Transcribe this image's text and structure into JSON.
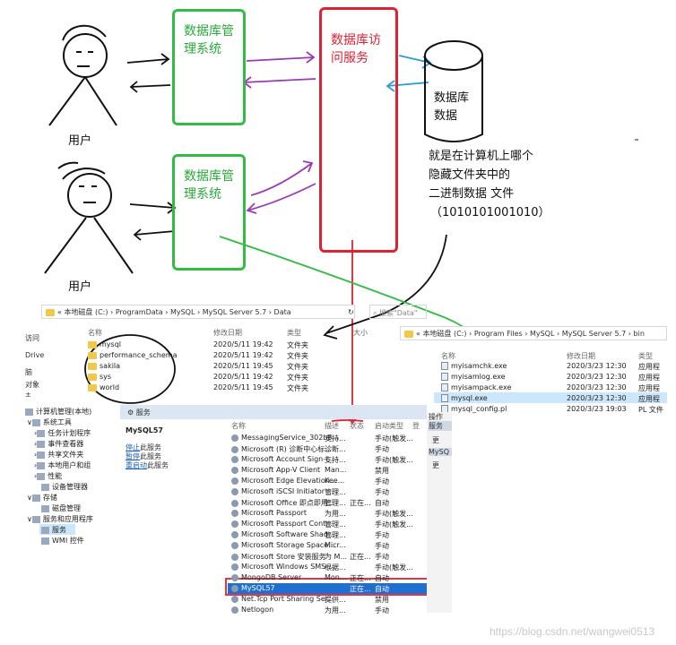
{
  "diagram": {
    "user_label": "用户",
    "dbms_label": "数据库管理系统",
    "access_service_label": "数据库访问服务",
    "database_label": "数据库数据",
    "annotation_lines": [
      "就是在计算机上哪个",
      "隐藏文件夹中的",
      "二进制数据 文件",
      "（1010101001010）"
    ]
  },
  "explorer_left": {
    "breadcrumb": [
      "本地磁盘 (C:)",
      "ProgramData",
      "MySQL",
      "MySQL Server 5.7",
      "Data"
    ],
    "search_placeholder": "搜索\"Data\"",
    "col_name": "名称",
    "col_modified": "修改日期",
    "col_type": "类型",
    "col_size": "大小",
    "nav": [
      "访问",
      "Drive",
      "脑",
      "对象",
      "±"
    ],
    "rows": [
      {
        "name": "mysql",
        "date": "2020/5/11 19:42",
        "type": "文件夹"
      },
      {
        "name": "performance_schema",
        "date": "2020/5/11 19:42",
        "type": "文件夹"
      },
      {
        "name": "sakila",
        "date": "2020/5/11 19:45",
        "type": "文件夹"
      },
      {
        "name": "sys",
        "date": "2020/5/11 19:42",
        "type": "文件夹"
      },
      {
        "name": "world",
        "date": "2020/5/11 19:45",
        "type": "文件夹"
      }
    ]
  },
  "explorer_right": {
    "breadcrumb": [
      "本地磁盘 (C:)",
      "Program Files",
      "MySQL",
      "MySQL Server 5.7",
      "bin"
    ],
    "col_name": "名称",
    "col_modified": "修改日期",
    "col_type": "类型",
    "rows": [
      {
        "name": "myisamchk.exe",
        "date": "2020/3/23 12:30",
        "type": "应用程"
      },
      {
        "name": "myisamlog.exe",
        "date": "2020/3/23 12:30",
        "type": "应用程"
      },
      {
        "name": "myisampack.exe",
        "date": "2020/3/23 12:30",
        "type": "应用程"
      },
      {
        "name": "mysql.exe",
        "date": "2020/3/23 12:30",
        "type": "应用程"
      },
      {
        "name": "mysql_config.pl",
        "date": "2020/3/23 19:03",
        "type": "PL 文件"
      }
    ]
  },
  "mmc": {
    "tree": [
      {
        "label": "计算机管理(本地)",
        "indent": 0
      },
      {
        "label": "系统工具",
        "indent": 1
      },
      {
        "label": "任务计划程序",
        "indent": 2
      },
      {
        "label": "事件查看器",
        "indent": 2
      },
      {
        "label": "共享文件夹",
        "indent": 2
      },
      {
        "label": "本地用户和组",
        "indent": 2
      },
      {
        "label": "性能",
        "indent": 2
      },
      {
        "label": "设备管理器",
        "indent": 2
      },
      {
        "label": "存储",
        "indent": 1
      },
      {
        "label": "磁盘管理",
        "indent": 2
      },
      {
        "label": "服务和应用程序",
        "indent": 1
      },
      {
        "label": "服务",
        "indent": 2
      },
      {
        "label": "WMI 控件",
        "indent": 2
      }
    ],
    "services_header": "服务",
    "selected_service": "MySQL57",
    "actions": [
      {
        "link": "停止",
        "rest": "此服务"
      },
      {
        "link": "暂停",
        "rest": "此服务"
      },
      {
        "link": "重启动",
        "rest": "此服务"
      }
    ],
    "col_name": "名称",
    "col_desc": "描述",
    "col_status": "状态",
    "col_startup": "启动类型",
    "col_logon": "登",
    "services": [
      {
        "name": "MessagingService_302b8...",
        "desc": "支持...",
        "status": "",
        "startup": "手动(触发..."
      },
      {
        "name": "Microsoft (R) 诊断中心标...",
        "desc": "诊断...",
        "status": "",
        "startup": "手动"
      },
      {
        "name": "Microsoft Account Sign-i...",
        "desc": "支持...",
        "status": "",
        "startup": "手动(触发..."
      },
      {
        "name": "Microsoft App-V Client",
        "desc": "Man...",
        "status": "",
        "startup": "禁用"
      },
      {
        "name": "Microsoft Edge Elevation...",
        "desc": "Kee...",
        "status": "",
        "startup": "手动"
      },
      {
        "name": "Microsoft iSCSI Initiator ...",
        "desc": "管理...",
        "status": "",
        "startup": "手动"
      },
      {
        "name": "Microsoft Office 即点即用...",
        "desc": "管理...",
        "status": "正在...",
        "startup": "自动"
      },
      {
        "name": "Microsoft Passport",
        "desc": "为用...",
        "status": "",
        "startup": "手动(触发..."
      },
      {
        "name": "Microsoft Passport Cont...",
        "desc": "管理...",
        "status": "",
        "startup": "手动(触发..."
      },
      {
        "name": "Microsoft Software Shad...",
        "desc": "管理...",
        "status": "",
        "startup": "手动"
      },
      {
        "name": "Microsoft Storage Space...",
        "desc": "Micr...",
        "status": "",
        "startup": "手动"
      },
      {
        "name": "Microsoft Store 安装服务",
        "desc": "为 M...",
        "status": "正在...",
        "startup": "手动"
      },
      {
        "name": "Microsoft Windows SMS ...",
        "desc": "根据...",
        "status": "",
        "startup": "手动(触发..."
      },
      {
        "name": "MongoDB Server",
        "desc": "Mon...",
        "status": "正在...",
        "startup": "自动"
      },
      {
        "name": "MySQL57",
        "desc": "",
        "status": "正在...",
        "startup": "自动"
      },
      {
        "name": "Net.Tcp Port Sharing Ser...",
        "desc": "提供...",
        "status": "",
        "startup": "禁用"
      },
      {
        "name": "Netlogon",
        "desc": "为用...",
        "status": "",
        "startup": "手动"
      }
    ],
    "right_panel": [
      "操作",
      "服务",
      "更",
      "MySQ",
      "更"
    ]
  },
  "watermark": "https://blog.csdn.net/wangwei0513"
}
